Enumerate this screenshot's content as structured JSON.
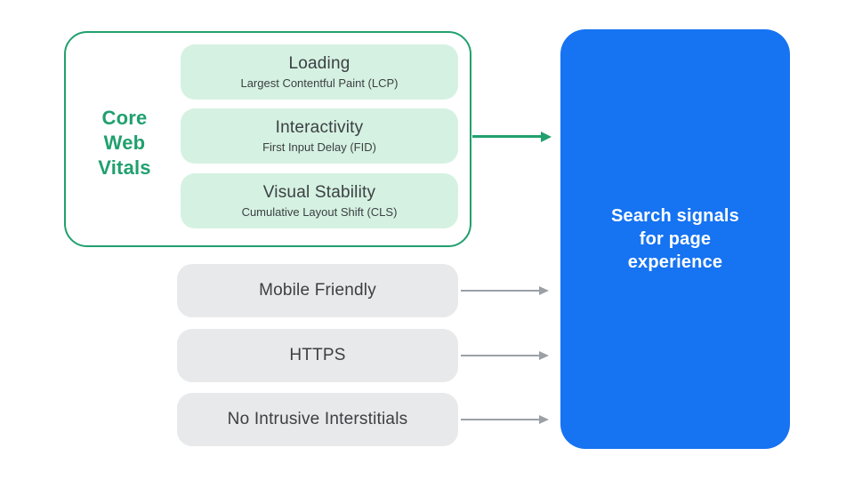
{
  "colors": {
    "green": "#21a06e",
    "green_light": "#d5f1e2",
    "blue": "#1673f2",
    "gray_box": "#e8e9eb",
    "arrow_gray": "#9aa0a6",
    "text_dark": "#3c4043"
  },
  "diagram": {
    "core_web_vitals": {
      "label_lines": [
        "Core",
        "Web",
        "Vitals"
      ],
      "metrics": [
        {
          "title": "Loading",
          "subtitle": "Largest Contentful Paint (LCP)"
        },
        {
          "title": "Interactivity",
          "subtitle": "First Input Delay (FID)"
        },
        {
          "title": "Visual Stability",
          "subtitle": "Cumulative Layout Shift (CLS)"
        }
      ]
    },
    "other_signals": [
      "Mobile Friendly",
      "HTTPS",
      "No Intrusive Interstitials"
    ],
    "result": {
      "label_lines": [
        "Search signals",
        "for page",
        "experience"
      ]
    }
  }
}
